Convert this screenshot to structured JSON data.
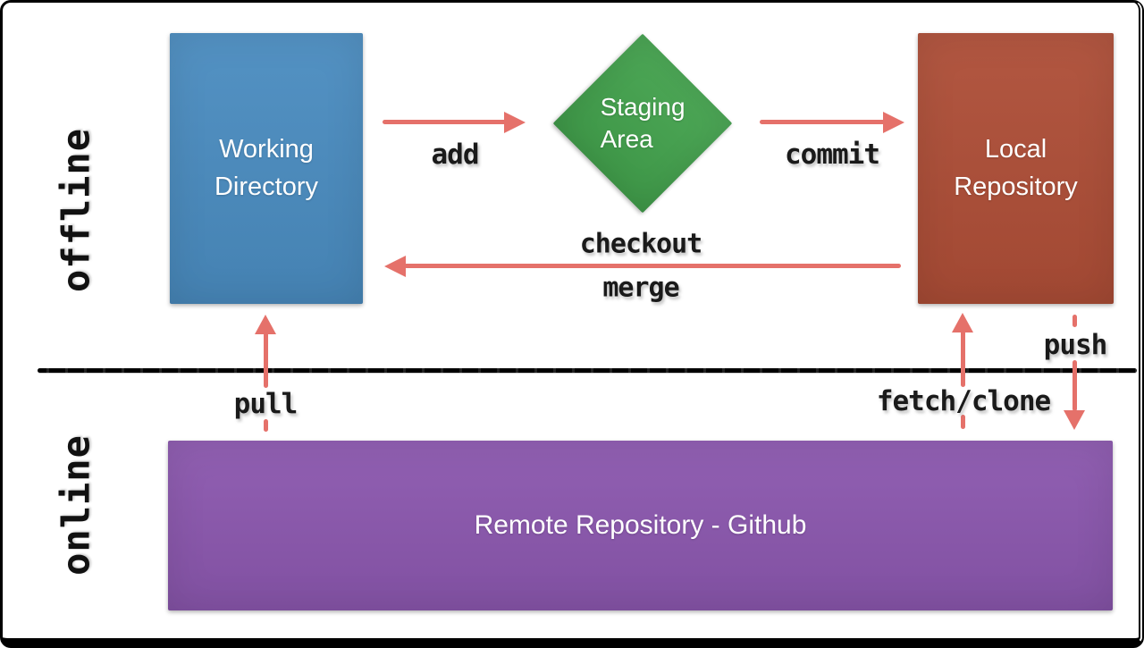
{
  "zones": {
    "offline": "offline",
    "online": "online"
  },
  "nodes": {
    "working_directory": {
      "line1": "Working",
      "line2": "Directory",
      "color": "#4A8CC0"
    },
    "staging_area": {
      "line1": "Staging",
      "line2": "Area",
      "color": "#43A24D"
    },
    "local_repository": {
      "line1": "Local",
      "line2": "Repository",
      "color": "#AE4E37"
    },
    "remote_repository": {
      "label": "Remote Repository - Github",
      "color": "#8B57AE"
    }
  },
  "commands": {
    "add": "add",
    "commit": "commit",
    "checkout": "checkout",
    "merge": "merge",
    "pull": "pull",
    "fetch_clone": "fetch/clone",
    "push": "push"
  },
  "colors": {
    "arrow": "#E5716A",
    "divider": "#111111",
    "command_text": "#1A1A1A",
    "zone_text": "#111111",
    "node_text": "#FFFFFF",
    "frame_border": "#000000",
    "background": "#FFFFFF"
  }
}
